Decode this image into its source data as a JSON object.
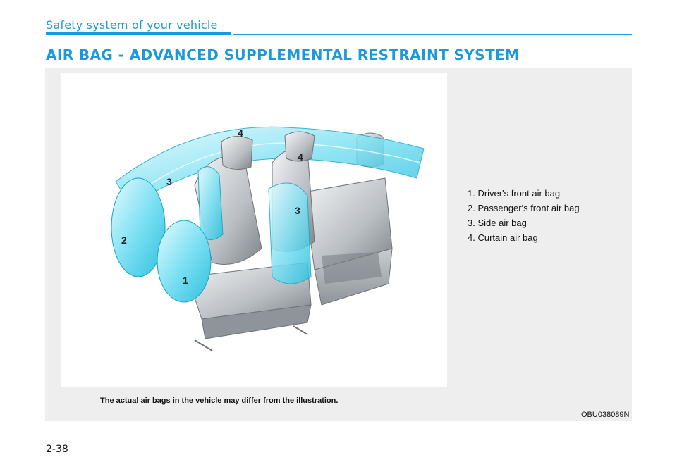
{
  "header": {
    "section": "Safety system of your vehicle",
    "title": "AIR BAG - ADVANCED SUPPLEMENTAL RESTRAINT SYSTEM"
  },
  "figure": {
    "callouts": [
      "4",
      "3",
      "4",
      "2",
      "3",
      "1"
    ],
    "legend": [
      "1. Driver's front air bag",
      "2. Passenger's front air bag",
      "3. Side air bag",
      "4. Curtain air bag"
    ],
    "caption": "The actual air bags in the vehicle may differ from the illustration.",
    "code": "OBU038089N"
  },
  "footer": {
    "page_number": "2-38"
  }
}
